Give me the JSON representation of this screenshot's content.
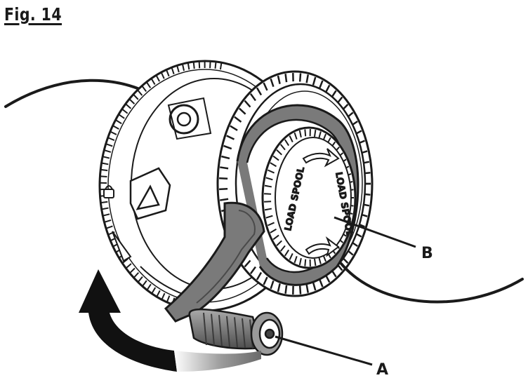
{
  "figure": {
    "title": "Fig. 14",
    "callouts": {
      "a": "A",
      "b": "B"
    },
    "spool_text": {
      "primary": "LOAD SPOOL",
      "secondary": "LOAD SPOOL"
    }
  },
  "colors": {
    "ink": "#1a1a1a",
    "body": "#ffffff",
    "handle": "#6e6e6e",
    "knob": "#8a8a8a",
    "knob_dark": "#555555"
  }
}
